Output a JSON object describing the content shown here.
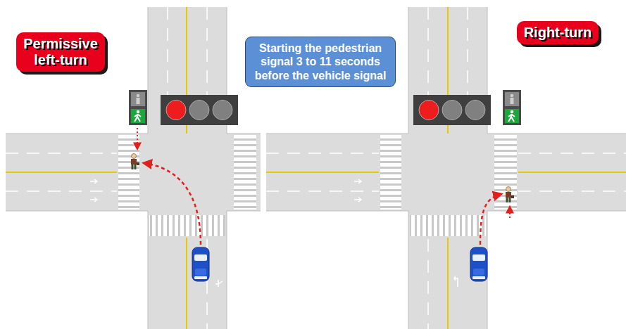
{
  "diagram": {
    "nodes": [
      {
        "text": [
          "Permissive left-turn"
        ]
      },
      {
        "text": [
          "Starting the pedestrian signal 3 to 11 seconds before the vehicle signal"
        ]
      },
      {
        "text": [
          "Right-turn"
        ]
      }
    ]
  }
}
